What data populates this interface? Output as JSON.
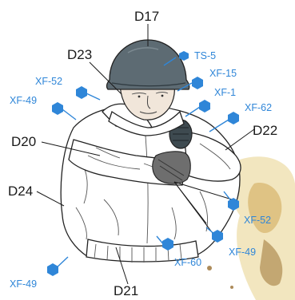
{
  "part_labels": {
    "d17": "D17",
    "d23": "D23",
    "d20": "D20",
    "d22": "D22",
    "d24": "D24",
    "d21": "D21"
  },
  "color_callouts": {
    "ts5": "TS-5",
    "xf15": "XF-15",
    "xf1": "XF-1",
    "xf62_top": "XF-62",
    "xf52_left": "XF-52",
    "xf49_left": "XF-49",
    "xf52_right": "XF-52",
    "xf49_right": "XF-49",
    "xf60": "XF-60",
    "xf49_bottom": "XF-49"
  },
  "colors": {
    "callout_blue": "#2f86d8",
    "helmet": "#5d6b73",
    "text": "#1a1a1a"
  },
  "icons": {
    "marker": "hexagon-marker-icon"
  }
}
